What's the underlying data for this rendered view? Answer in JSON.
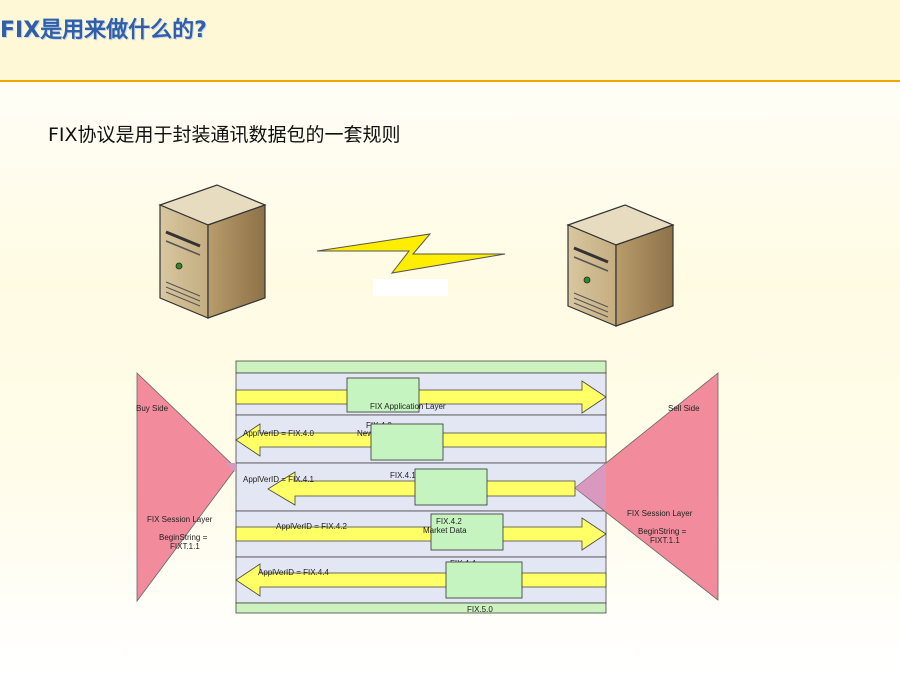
{
  "title": "FIX是用来做什么的?",
  "subtitle": "FIX协议是用于封装通讯数据包的一套规则",
  "diagram": {
    "buy_side": "Buy Side",
    "sell_side": "Sell Side",
    "left_session": "FIX Session Layer",
    "left_begin_1": "BeginString =",
    "left_begin_2": "FIXT.1.1",
    "right_session": "FIX Session Layer",
    "right_begin_1": "BeginString =",
    "right_begin_2": "FIXT.1.1",
    "app_layer": "FIX Application Layer",
    "row2_appl": "ApplVerID = FIX.4.0",
    "row2_box_a": "FIX.4.0",
    "row2_box_b": "New",
    "row3_appl": "ApplVerID = FIX.4.1",
    "row3_box": "FIX.4.1",
    "row4_appl": "ApplVerID = FIX.4.2",
    "row4_box_a": "FIX.4.2",
    "row4_box_b": "Market Data",
    "row5_appl": "ApplVerID = FIX.4.4",
    "row5_box": "FIX.4.4",
    "row6_label": "FIX.5.0"
  }
}
